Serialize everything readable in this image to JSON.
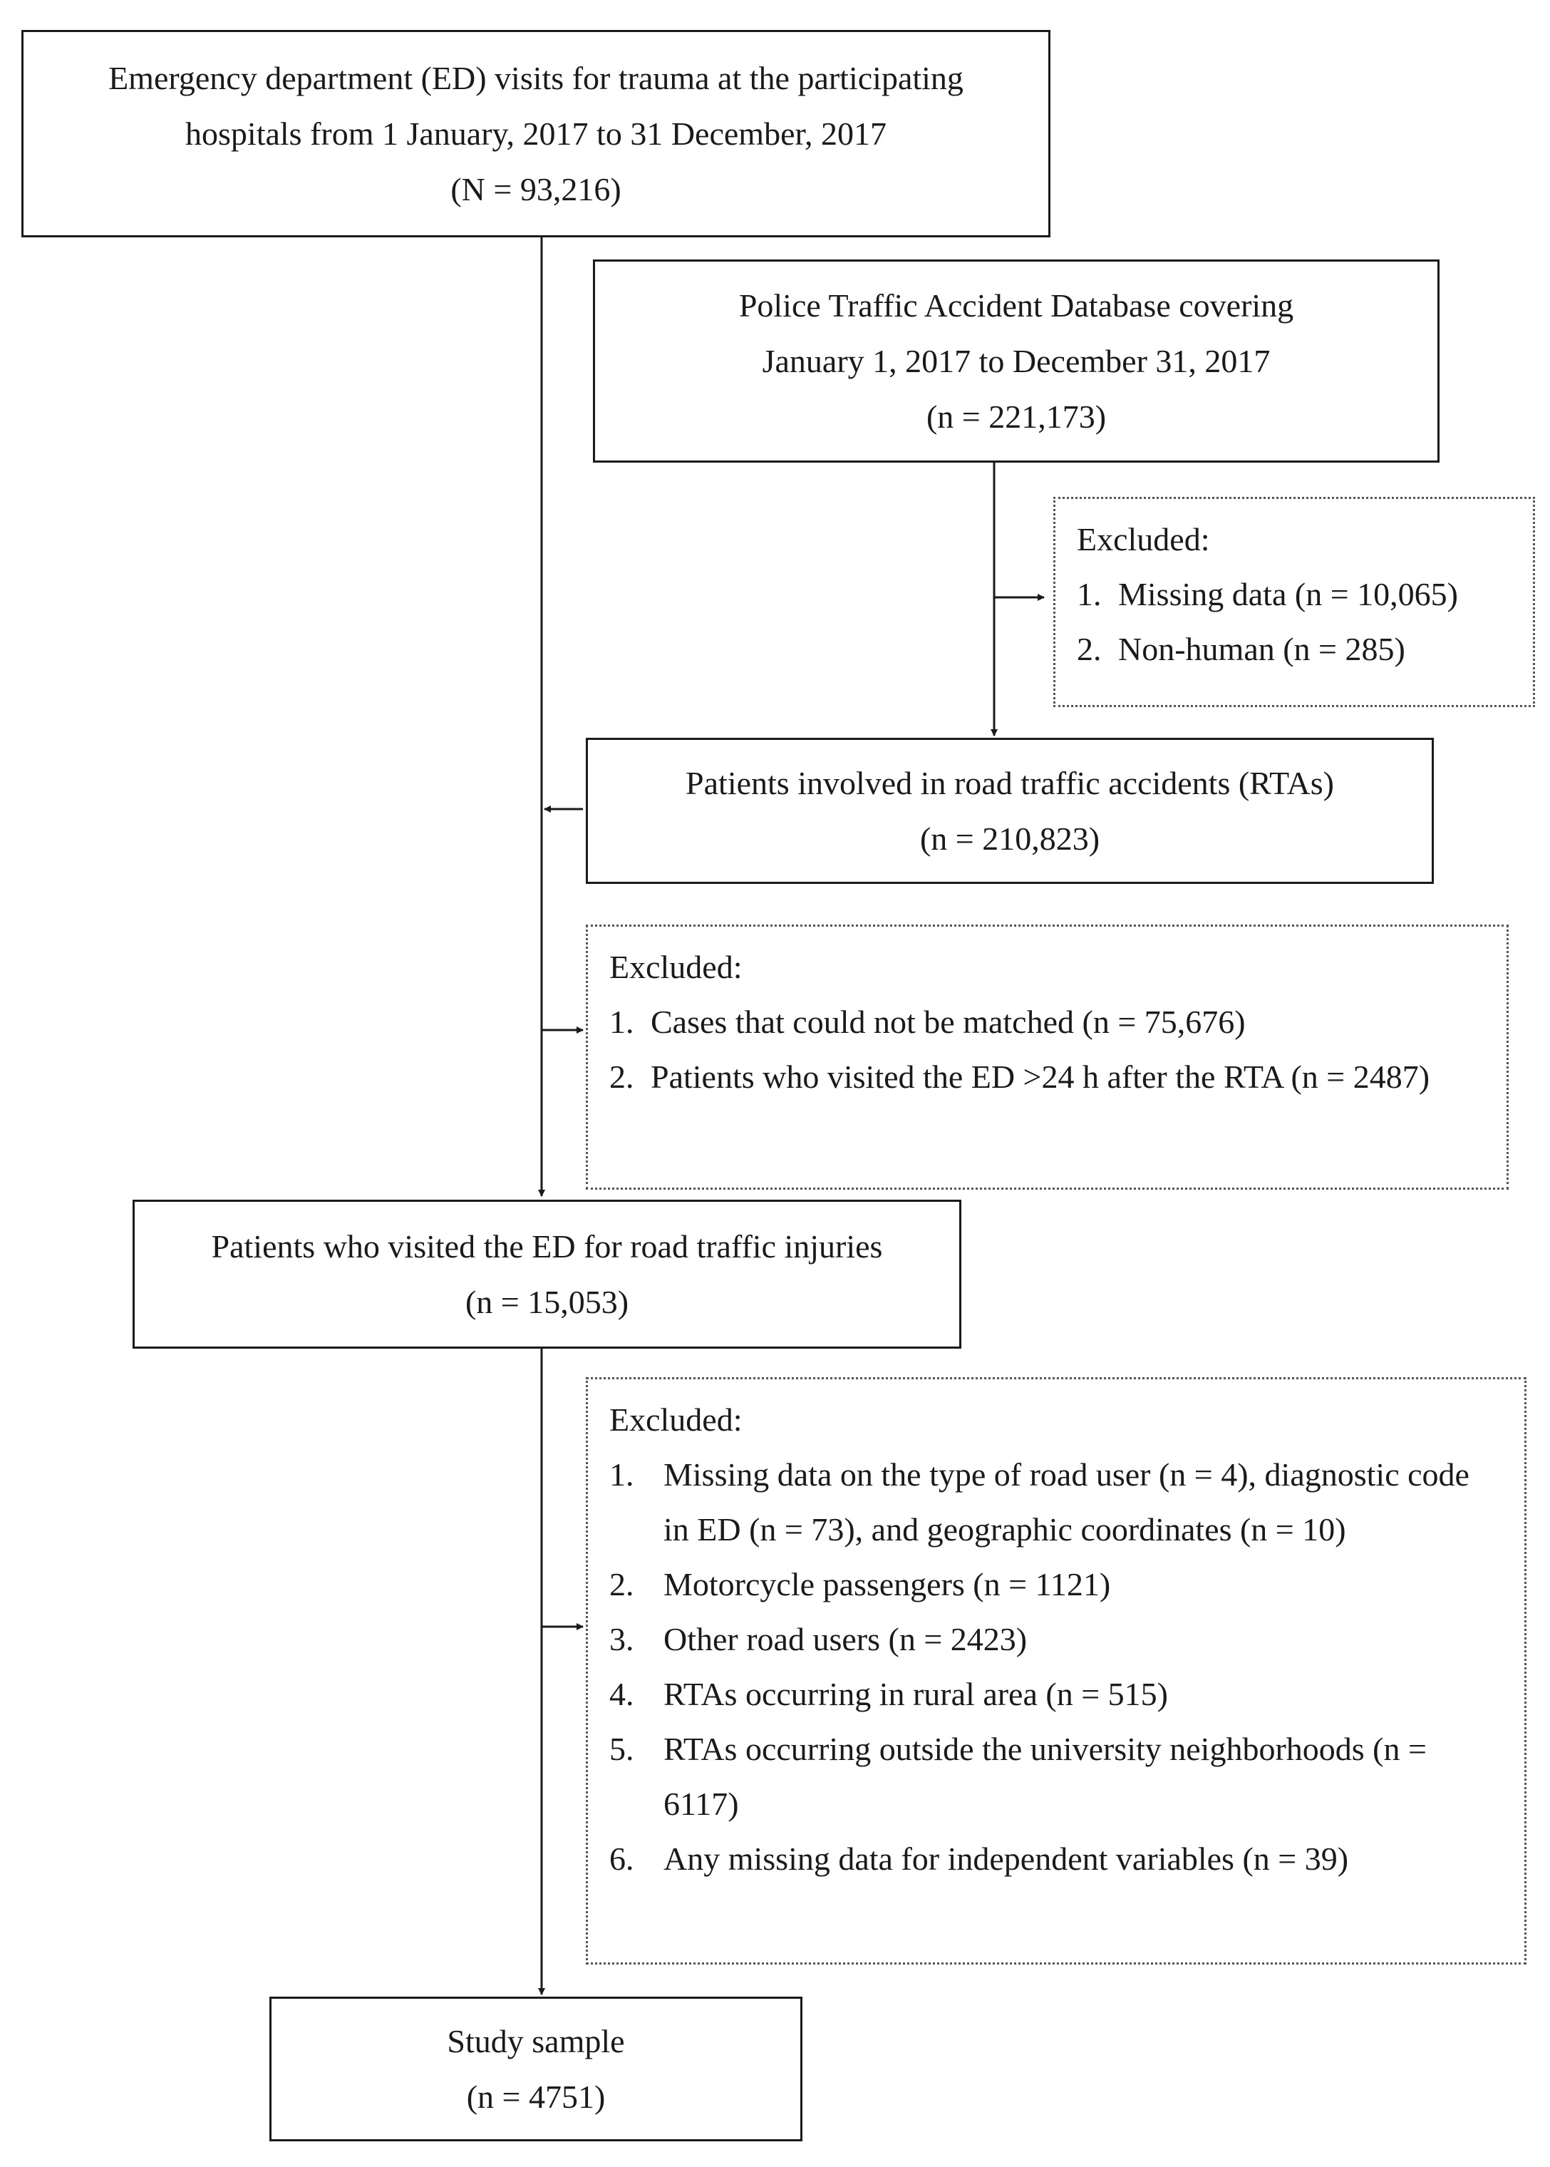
{
  "boxes": {
    "ed_visits": {
      "lines": [
        "Emergency department (ED) visits for trauma at the participating",
        "hospitals from 1 January, 2017 to 31 December, 2017",
        "(N = 93,216)"
      ]
    },
    "police_db": {
      "lines": [
        "Police Traffic Accident Database covering",
        "January 1, 2017 to December 31, 2017",
        "(n = 221,173)"
      ]
    },
    "excluded_1": {
      "heading": "Excluded:",
      "items": [
        {
          "num": "1.",
          "text": "Missing data (n = 10,065)"
        },
        {
          "num": "2.",
          "text": "Non-human (n = 285)"
        }
      ]
    },
    "rta_patients": {
      "lines": [
        "Patients involved in road traffic accidents (RTAs)",
        "(n = 210,823)"
      ]
    },
    "excluded_2": {
      "heading": "Excluded:",
      "items": [
        {
          "num": "1.",
          "text": "Cases that could not be matched (n = 75,676)"
        },
        {
          "num": "2.",
          "text": "Patients who visited the ED >24 h after the RTA (n = 2487)"
        }
      ]
    },
    "ed_rti": {
      "lines": [
        "Patients who visited the ED for road traffic injuries",
        "(n = 15,053)"
      ]
    },
    "excluded_3": {
      "heading": "Excluded:",
      "items": [
        {
          "num": "1.",
          "text": "Missing data on the type of road user (n = 4), diagnostic code in ED (n = 73), and geographic coordinates (n = 10)"
        },
        {
          "num": "2.",
          "text": "Motorcycle passengers (n = 1121)"
        },
        {
          "num": "3.",
          "text": "Other road users (n = 2423)"
        },
        {
          "num": "4.",
          "text": "RTAs occurring in rural area (n = 515)"
        },
        {
          "num": "5.",
          "text": "RTAs occurring outside the university neighborhoods (n = 6117)"
        },
        {
          "num": "6.",
          "text": "Any missing data for independent variables (n = 39)"
        }
      ]
    },
    "study_sample": {
      "lines": [
        "Study sample",
        "(n = 4751)"
      ]
    }
  }
}
